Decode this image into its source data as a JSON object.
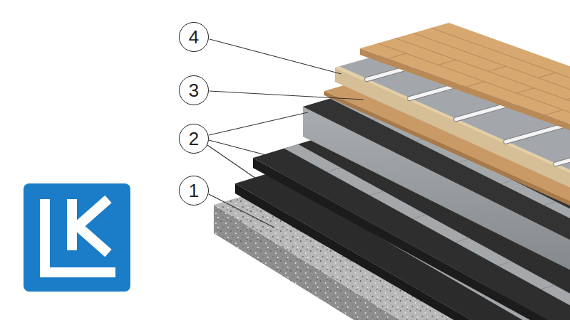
{
  "diagram": {
    "nodes": [
      {
        "text": [
          "4"
        ]
      },
      {
        "text": [
          "3"
        ]
      },
      {
        "text": [
          "2"
        ]
      },
      {
        "text": [
          "1"
        ]
      }
    ]
  }
}
